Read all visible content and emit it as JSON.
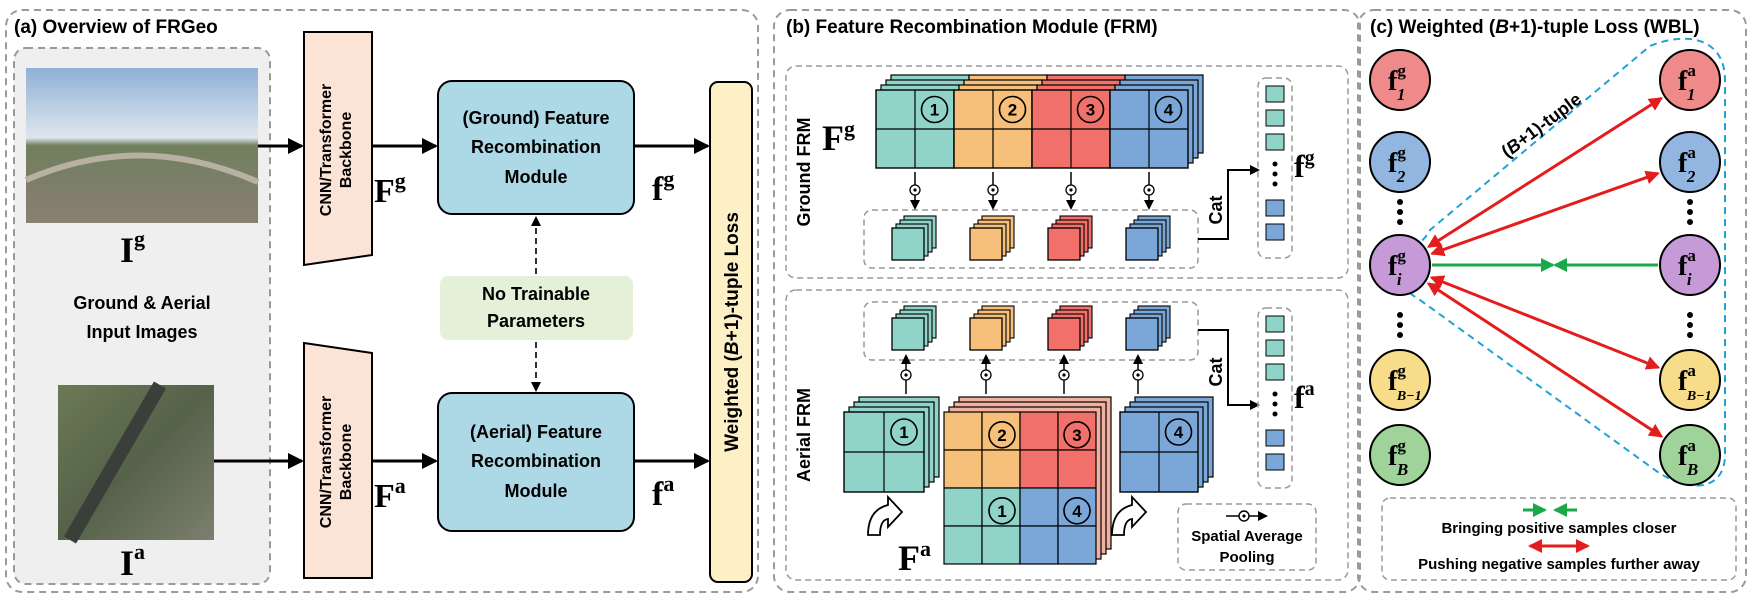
{
  "panel_a": {
    "title": "(a) Overview of FRGeo",
    "input_caption_line1": "Ground & Aerial",
    "input_caption_line2": "Input Images",
    "ground_image_label": "I",
    "ground_image_sup": "g",
    "aerial_image_label": "I",
    "aerial_image_sup": "a",
    "backbone_line1": "CNN/Transformer",
    "backbone_line2": "Backbone",
    "feature_ground_label": "F",
    "feature_ground_sup": "g",
    "feature_aerial_label": "F",
    "feature_aerial_sup": "a",
    "frm_ground_lines": [
      "(Ground) Feature",
      "Recombination",
      "Module"
    ],
    "frm_aerial_lines": [
      "(Aerial) Feature",
      "Recombination",
      "Module"
    ],
    "no_train_line1": "No Trainable",
    "no_train_line2": "Parameters",
    "out_ground_label": "f",
    "out_ground_sup": "g",
    "out_aerial_label": "f",
    "out_aerial_sup": "a",
    "loss_pre": "Weighted (",
    "loss_b": "B",
    "loss_post": "+1)-tuple Loss"
  },
  "panel_b": {
    "title": "(b)  Feature Recombination Module (FRM)",
    "ground_side_label": "Ground FRM",
    "aerial_side_label": "Aerial FRM",
    "ground_map_label": "F",
    "ground_map_sup": "g",
    "aerial_map_label": "F",
    "aerial_map_sup": "a",
    "part_numbers": [
      "1",
      "2",
      "3",
      "4"
    ],
    "cat_label": "Cat",
    "ground_vec_label": "f",
    "ground_vec_sup": "g",
    "aerial_vec_label": "f",
    "aerial_vec_sup": "a",
    "legend_line1": "Spatial Average",
    "legend_line2": "Pooling",
    "part_colors": [
      "#8fd3c9",
      "#f7c07a",
      "#f2706a",
      "#7aa7d8"
    ]
  },
  "panel_c": {
    "title_pre": "(c) Weighted (",
    "title_b": "B",
    "title_post": "+1)-tuple Loss (WBL)",
    "tuple_label_b": "B",
    "tuple_label_rest": "+1)-tuple",
    "ground_nodes": [
      {
        "sup": "g",
        "sub": "1",
        "color": "#ef8a8a"
      },
      {
        "sup": "g",
        "sub": "2",
        "color": "#92b6e0"
      },
      {
        "sup": "g",
        "sub": "i",
        "color": "#c69ad6"
      },
      {
        "sup": "g",
        "sub": "B−1",
        "color": "#f7dc8a"
      },
      {
        "sup": "g",
        "sub": "B",
        "color": "#9fd39a"
      }
    ],
    "aerial_nodes": [
      {
        "sup": "a",
        "sub": "1",
        "color": "#ef8a8a"
      },
      {
        "sup": "a",
        "sub": "2",
        "color": "#92b6e0"
      },
      {
        "sup": "a",
        "sub": "i",
        "color": "#c69ad6"
      },
      {
        "sup": "a",
        "sub": "B−1",
        "color": "#f7dc8a"
      },
      {
        "sup": "a",
        "sub": "B",
        "color": "#9fd39a"
      }
    ],
    "legend_positive": "Bringing positive samples closer",
    "legend_negative": "Pushing negative samples further away",
    "positive_color": "#1aa84a",
    "negative_color": "#e31d1d"
  }
}
